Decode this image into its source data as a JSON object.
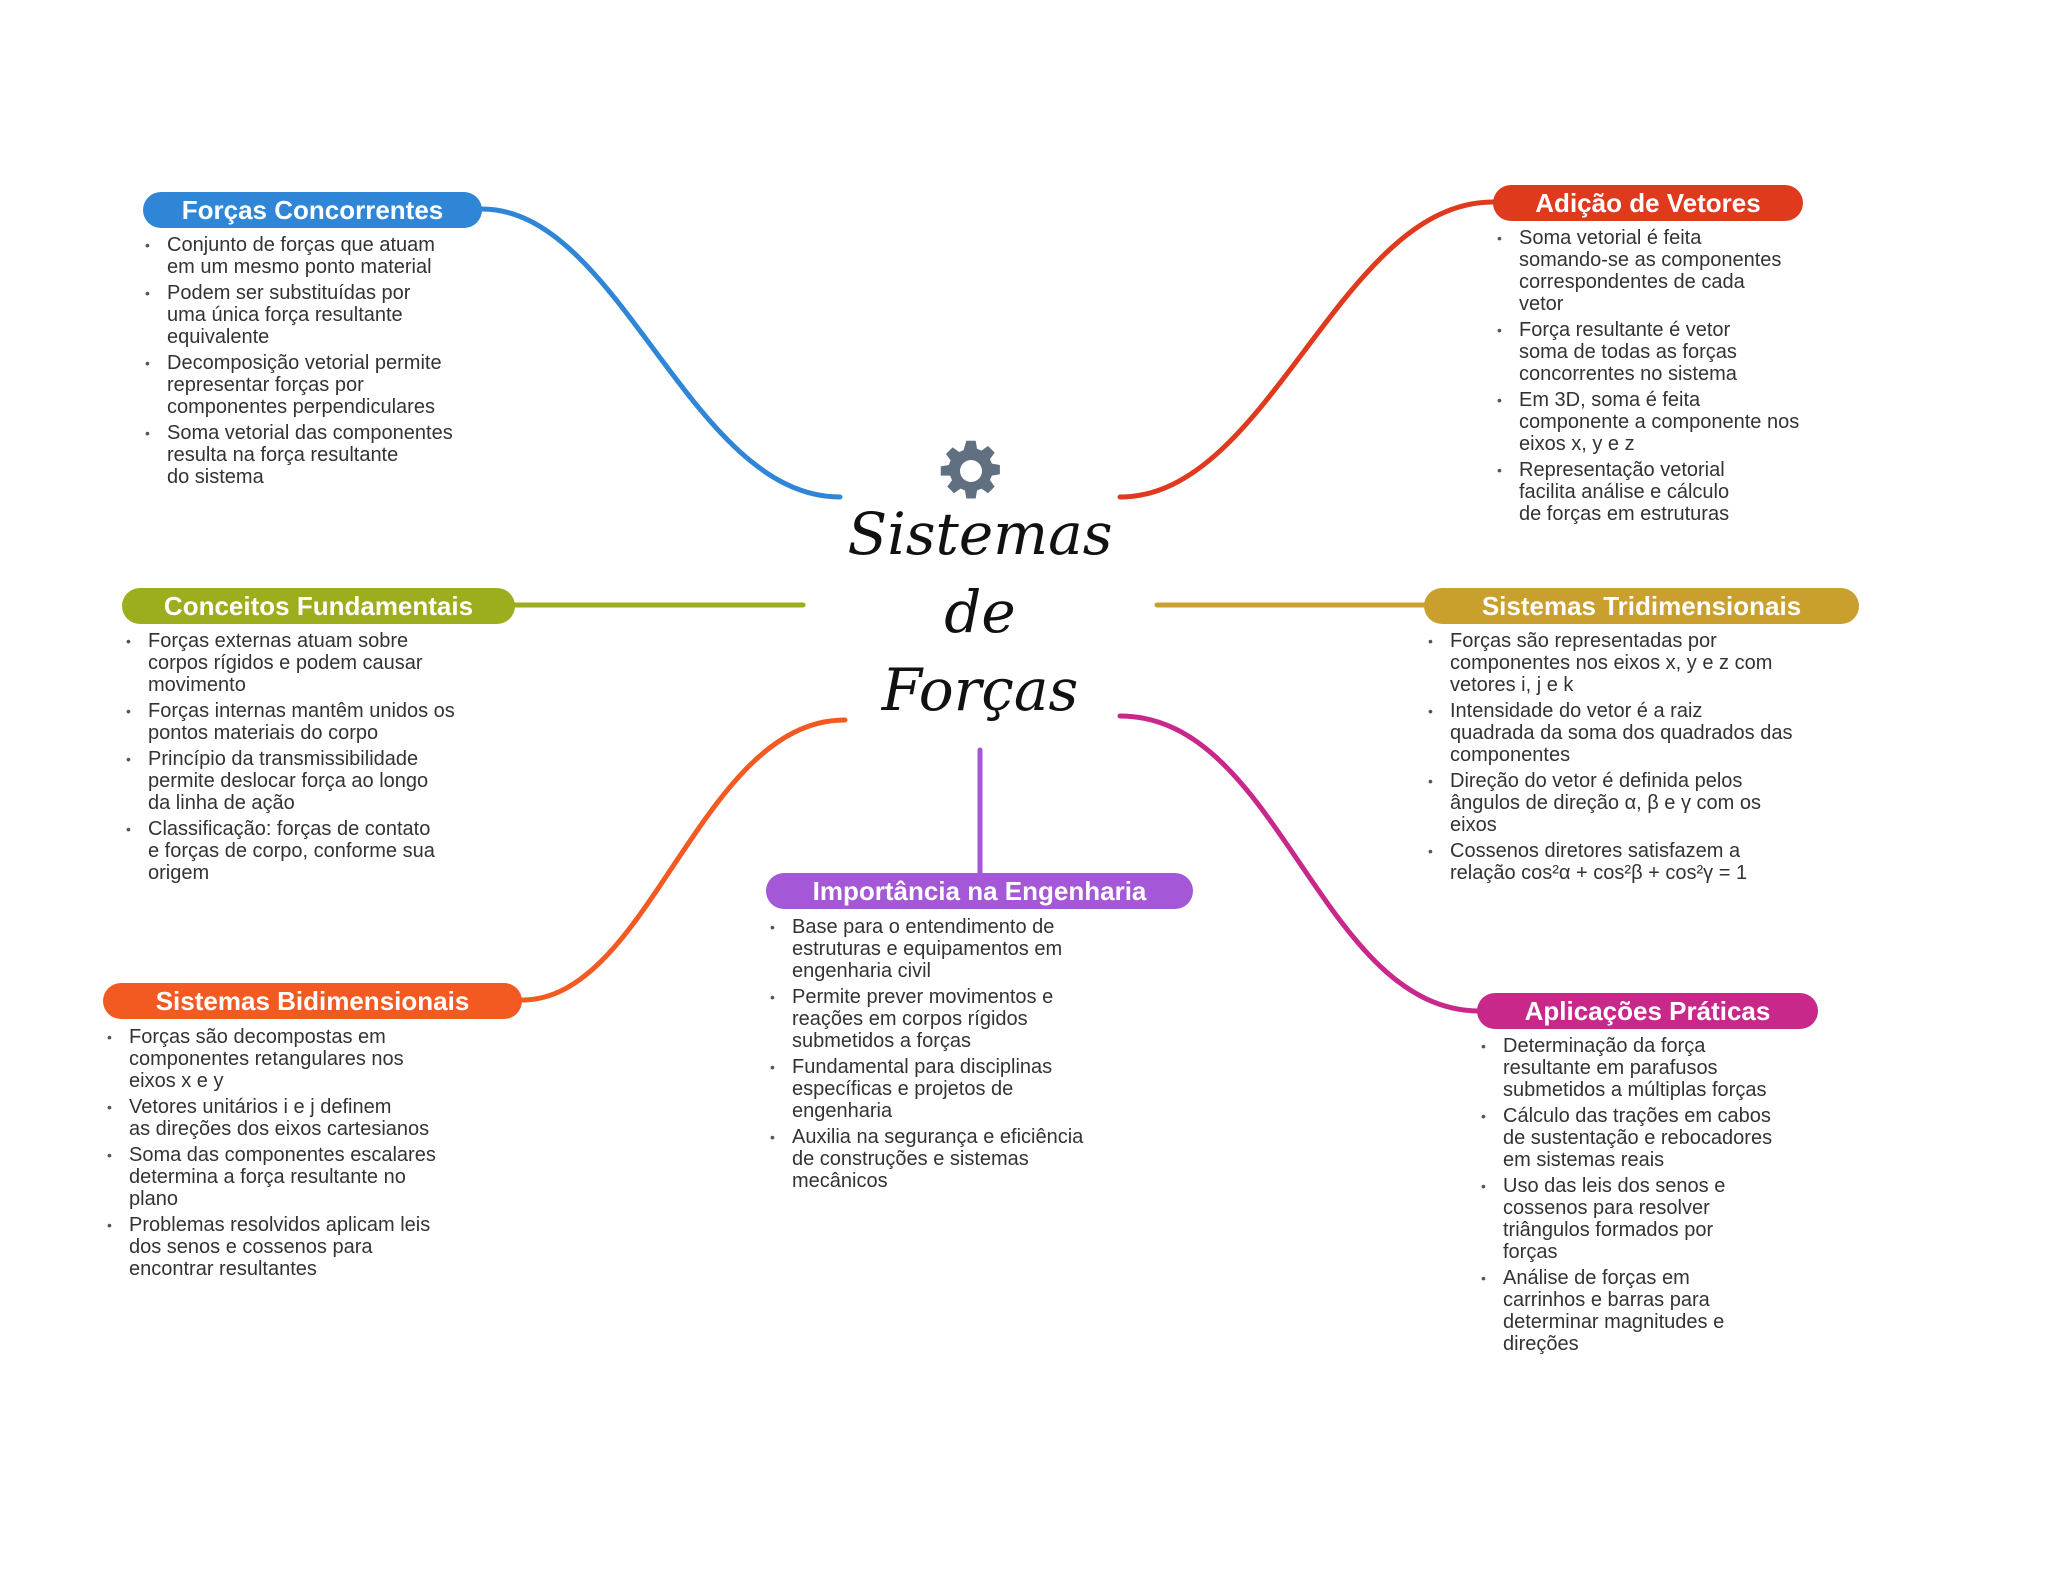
{
  "center": {
    "title_line1": "Sistemas",
    "title_line2": "de",
    "title_line3": "Forças",
    "icon": "gear-icon",
    "icon_color": "#607080"
  },
  "branches": [
    {
      "id": "forcas-concorrentes",
      "title": "Forças Concorrentes",
      "color": "#2f86d6",
      "items": [
        "Conjunto de forças que atuam\nem um mesmo ponto material",
        "Podem ser substituídas por\numa única força resultante\nequivalente",
        "Decomposição vetorial permite\nrepresentar forças por\ncomponentes perpendiculares",
        "Soma vetorial das componentes\nresulta na força resultante\ndo sistema"
      ]
    },
    {
      "id": "adicao-de-vetores",
      "title": "Adição de Vetores",
      "color": "#e03a1e",
      "items": [
        "Soma vetorial é feita\nsomando-se as componentes\ncorrespondentes de cada\nvetor",
        "Força resultante é vetor\nsoma de todas as forças\nconcorrentes no sistema",
        "Em 3D, soma é feita\ncomponente a componente nos\neixos x, y e z",
        "Representação vetorial\nfacilita análise e cálculo\nde forças em estruturas"
      ]
    },
    {
      "id": "conceitos-fundamentais",
      "title": "Conceitos Fundamentais",
      "color": "#9cad1e",
      "items": [
        "Forças externas atuam sobre\ncorpos rígidos e podem causar\nmovimento",
        "Forças internas mantêm unidos os\npontos materiais do corpo",
        "Princípio da transmissibilidade\npermite deslocar força ao longo\nda linha de ação",
        "Classificação: forças de contato\ne forças de corpo, conforme sua\norigem"
      ]
    },
    {
      "id": "sistemas-tridimensionais",
      "title": "Sistemas Tridimensionais",
      "color": "#c9a02e",
      "items": [
        "Forças são representadas por\ncomponentes nos eixos x, y e z com\nvetores i, j e k",
        "Intensidade do vetor é a raiz\nquadrada da soma dos quadrados das\ncomponentes",
        "Direção do vetor é definida pelos\nângulos de direção α, β e γ com os\neixos",
        "Cossenos diretores satisfazem a\nrelação cos²α + cos²β + cos²γ = 1"
      ]
    },
    {
      "id": "importancia-na-engenharia",
      "title": "Importância na Engenharia",
      "color": "#a457d6",
      "items": [
        "Base para o entendimento de\nestruturas e equipamentos em\nengenharia civil",
        "Permite prever movimentos e\nreações em corpos rígidos\nsubmetidos a forças",
        "Fundamental para disciplinas\nespecíficas e projetos de\nengenharia",
        "Auxilia na segurança e eficiência\nde construções e sistemas\nmecânicos"
      ]
    },
    {
      "id": "sistemas-bidimensionais",
      "title": "Sistemas Bidimensionais",
      "color": "#f25a22",
      "items": [
        "Forças são decompostas em\ncomponentes retangulares nos\neixos x e y",
        "Vetores unitários i e j definem\nas direções dos eixos cartesianos",
        "Soma das componentes escalares\ndetermina a força resultante no\nplano",
        "Problemas resolvidos aplicam leis\ndos senos e cossenos para\nencontrar resultantes"
      ]
    },
    {
      "id": "aplicacoes-praticas",
      "title": "Aplicações Práticas",
      "color": "#c8288a",
      "items": [
        "Determinação da força\nresultante em parafusos\nsubmetidos a múltiplas forças",
        "Cálculo das trações em cabos\nde sustentação e rebocadores\nem sistemas reais",
        "Uso das leis dos senos e\ncossenos para resolver\ntriângulos formados por\nforças",
        "Análise de forças em\ncarrinhos e barras para\ndeterminar magnitudes e\ndireções"
      ]
    }
  ]
}
